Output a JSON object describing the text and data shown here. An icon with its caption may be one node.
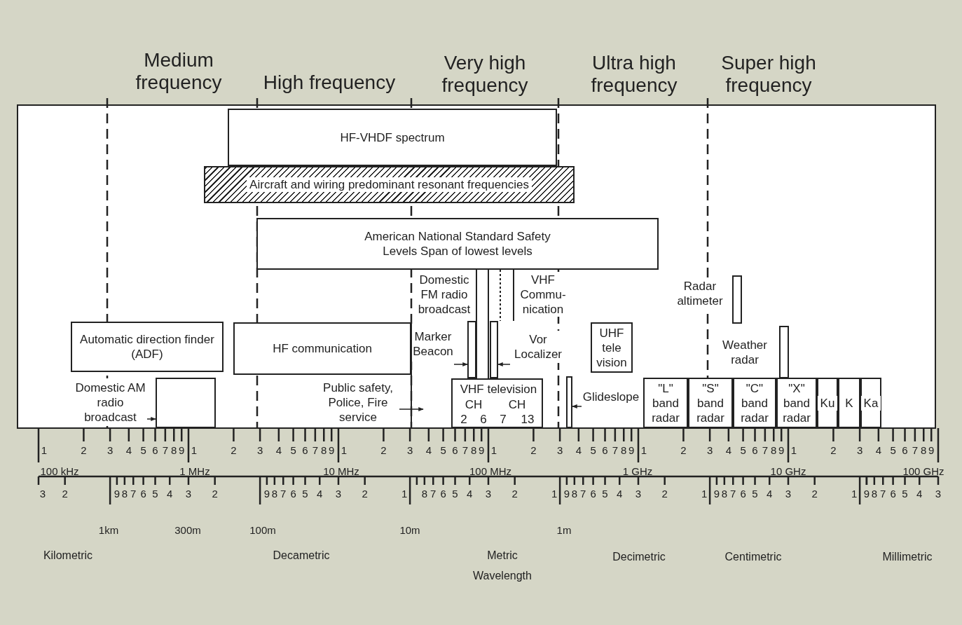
{
  "diagram": {
    "nodes": [
      {
        "text": [
          "HF-VHDF spectrum"
        ]
      },
      {
        "text": [
          "Aircraft and wiring predominant resonant frequencies"
        ]
      },
      {
        "text": [
          "American National Standard Safety Levels Span of lowest levels"
        ]
      },
      {
        "text": [
          "Automatic direction finder (ADF)"
        ]
      },
      {
        "text": [
          "HF communication"
        ]
      },
      {
        "text": [
          "Domestic AM radio broadcast"
        ]
      },
      {
        "text": [],
        "shape": "box"
      },
      {
        "text": [
          "Public safety, Police, Fire service"
        ]
      },
      {
        "text": [
          "Domestic FM radio broadcast"
        ]
      },
      {
        "text": [
          "VHF Commu- nication"
        ]
      },
      {
        "text": [
          "Marker Beacon"
        ]
      },
      {
        "text": [],
        "shape": "box"
      },
      {
        "text": [
          "Vor Localizer"
        ]
      },
      {
        "text": [],
        "shape": "box"
      },
      {
        "text": [
          "VHF television",
          "CH",
          "CH",
          "2",
          "6",
          "7",
          "13"
        ]
      },
      {
        "text": [
          "Glideslope"
        ]
      },
      {
        "text": [],
        "shape": "box"
      },
      {
        "text": [
          "UHF tele vision"
        ]
      },
      {
        "text": [],
        "shape": "box",
        "beside": [
          "Radar altimeter"
        ]
      },
      {
        "text": [],
        "shape": "box",
        "beside": [
          "Weather radar"
        ]
      },
      {
        "text": [
          "\"L\" band radar"
        ]
      },
      {
        "text": [
          "\"S\" band radar"
        ]
      },
      {
        "text": [
          "\"C\" band radar"
        ]
      },
      {
        "text": [
          "\"X\" band radar"
        ]
      },
      {
        "text": [
          "Ku"
        ]
      },
      {
        "text": [
          "K"
        ]
      },
      {
        "text": [
          "Ka"
        ]
      }
    ],
    "edges": [
      {
        "from": 5,
        "to": 6,
        "arrow": "to"
      },
      {
        "from": 7,
        "to": null,
        "arrow": "to"
      },
      {
        "from": 10,
        "to": 11,
        "arrow": "to"
      },
      {
        "from": 12,
        "to": 13,
        "arrow": "to"
      },
      {
        "from": 15,
        "to": 16,
        "arrow": "to"
      }
    ],
    "labels": [
      "Medium frequency",
      "High frequency",
      "Very high frequency",
      "Ultra high frequency",
      "Super high frequency",
      "1",
      "2",
      "3",
      "4",
      "5",
      "6",
      "7",
      "8",
      "9",
      "1",
      "2",
      "3",
      "4",
      "5",
      "6",
      "7",
      "8",
      "9",
      "1",
      "2",
      "3",
      "4",
      "5",
      "6",
      "7",
      "8",
      "9",
      "1",
      "2",
      "3",
      "4",
      "5",
      "6",
      "7",
      "8",
      "9",
      "1",
      "2",
      "3",
      "4",
      "5",
      "6",
      "7",
      "8",
      "9",
      "1",
      "2",
      "3",
      "4",
      "5",
      "6",
      "7",
      "8",
      "9",
      "100 kHz",
      "1 MHz",
      "10 MHz",
      "100 MHz",
      "1 GHz",
      "10 GHz",
      "100 GHz",
      "3",
      "2",
      "9",
      "8",
      "7",
      "6",
      "5",
      "4",
      "3",
      "2",
      "9",
      "8",
      "7",
      "6",
      "5",
      "4",
      "3",
      "2",
      "1",
      "8",
      "7",
      "6",
      "5",
      "4",
      "3",
      "2",
      "1",
      "9",
      "8",
      "7",
      "6",
      "5",
      "4",
      "3",
      "2",
      "1",
      "9",
      "8",
      "7",
      "6",
      "5",
      "4",
      "3",
      "2",
      "1",
      "9",
      "8",
      "7",
      "6",
      "5",
      "4",
      "3",
      "1km",
      "300m",
      "100m",
      "10m",
      "1m",
      "Kilometric",
      "Decametric",
      "Metric",
      "Decimetric",
      "Centimetric",
      "Millimetric",
      "Wavelength"
    ]
  }
}
